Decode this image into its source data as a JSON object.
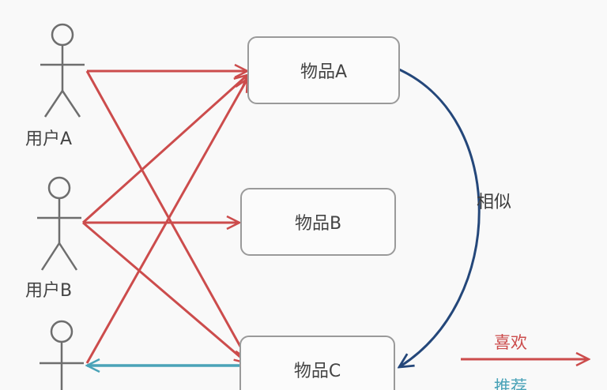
{
  "users": [
    {
      "id": "user-a",
      "label": "用户A"
    },
    {
      "id": "user-b",
      "label": "用户B"
    },
    {
      "id": "user-c",
      "label": ""
    }
  ],
  "items": [
    {
      "id": "item-a",
      "label": "物品A"
    },
    {
      "id": "item-b",
      "label": "物品B"
    },
    {
      "id": "item-c",
      "label": "物品C"
    }
  ],
  "relations": {
    "likes": [
      {
        "from": "user-a",
        "to": "item-a"
      },
      {
        "from": "user-a",
        "to": "item-c"
      },
      {
        "from": "user-b",
        "to": "item-a"
      },
      {
        "from": "user-b",
        "to": "item-b"
      },
      {
        "from": "user-b",
        "to": "item-c"
      },
      {
        "from": "user-c",
        "to": "item-a"
      }
    ],
    "recommends": [
      {
        "from": "item-c",
        "to": "user-c"
      }
    ],
    "similar": [
      {
        "from": "item-a",
        "to": "item-c",
        "label": "相似"
      }
    ]
  },
  "legend": {
    "like_label": "喜欢",
    "recommend_label": "推荐"
  },
  "colors": {
    "like": "#cc4c4c",
    "recommend": "#4aa3b8",
    "similar": "#24477a",
    "figure": "#6e6e6e"
  }
}
